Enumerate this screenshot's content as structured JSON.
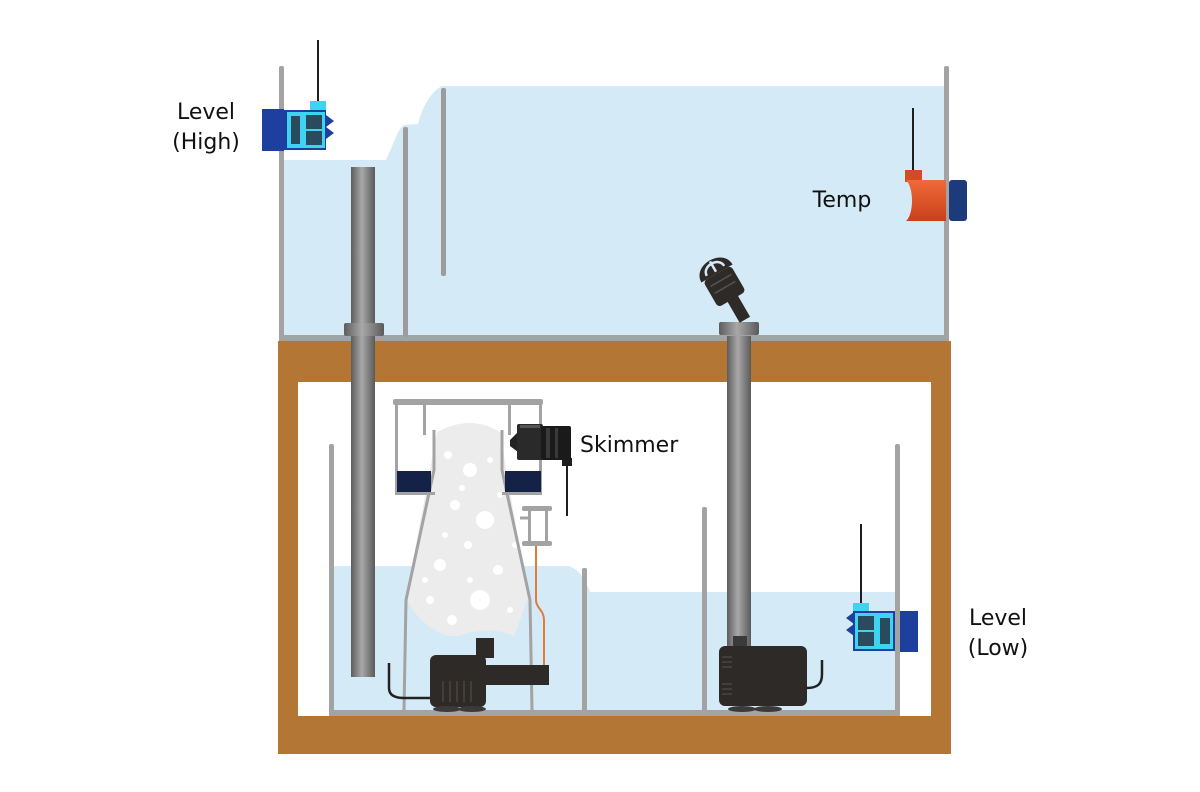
{
  "diagram": {
    "title": "Aquarium display tank and sump with sensors",
    "labels": {
      "level_high": "Level\n(High)",
      "temp": "Temp",
      "skimmer": "Skimmer",
      "level_low": "Level\n(Low)"
    },
    "components": [
      {
        "id": "display-tank",
        "name": "Display tank"
      },
      {
        "id": "sump",
        "name": "Sump"
      },
      {
        "id": "stand",
        "name": "Wooden stand"
      },
      {
        "id": "overflow-drain",
        "name": "Overflow drain pipe"
      },
      {
        "id": "return-pipe",
        "name": "Return pipe"
      },
      {
        "id": "return-nozzle",
        "name": "Return nozzle"
      },
      {
        "id": "protein-skimmer",
        "name": "Protein skimmer"
      },
      {
        "id": "skimmer-pump",
        "name": "Skimmer pump"
      },
      {
        "id": "return-pump",
        "name": "Return pump"
      },
      {
        "id": "level-sensor-high",
        "name": "Level sensor (High)"
      },
      {
        "id": "temp-sensor",
        "name": "Temperature sensor"
      },
      {
        "id": "skimmer-sensor",
        "name": "Skimmer sensor"
      },
      {
        "id": "level-sensor-low",
        "name": "Level sensor (Low)"
      }
    ],
    "colors": {
      "water": "#d4eaf7",
      "glass": "#a3a3a3",
      "wood": "#b47634",
      "pipe": "#8a8a8a",
      "pump": "#2e2a28",
      "sensor_blue": "#1d3f9e",
      "sensor_cyan": "#3fd3f2",
      "temp_orange": "#e2522a",
      "temp_cap": "#1d3a7a",
      "skimmer_cup": "#152248",
      "foam": "#ececec",
      "wire": "#e47a3a"
    }
  }
}
